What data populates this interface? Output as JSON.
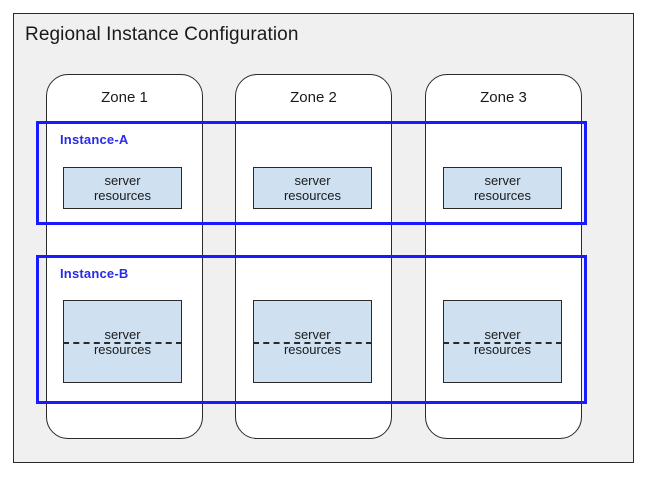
{
  "diagram": {
    "title": "Regional Instance Configuration",
    "background_color": "#f0f0f0",
    "canvas_color": "#ffffff",
    "border_color": "#2a2a2a",
    "accent_color": "#1a1aff",
    "resource_fill_color": "#cfe0f0"
  },
  "zones": [
    {
      "label": "Zone 1"
    },
    {
      "label": "Zone 2"
    },
    {
      "label": "Zone 3"
    }
  ],
  "instances": [
    {
      "label": "Instance-A",
      "split": false,
      "resources": [
        {
          "line1": "server",
          "line2": "resources"
        },
        {
          "line1": "server",
          "line2": "resources"
        },
        {
          "line1": "server",
          "line2": "resources"
        }
      ]
    },
    {
      "label": "Instance-B",
      "split": true,
      "resources": [
        {
          "line1": "server",
          "line2": "resources"
        },
        {
          "line1": "server",
          "line2": "resources"
        },
        {
          "line1": "server",
          "line2": "resources"
        }
      ]
    }
  ]
}
